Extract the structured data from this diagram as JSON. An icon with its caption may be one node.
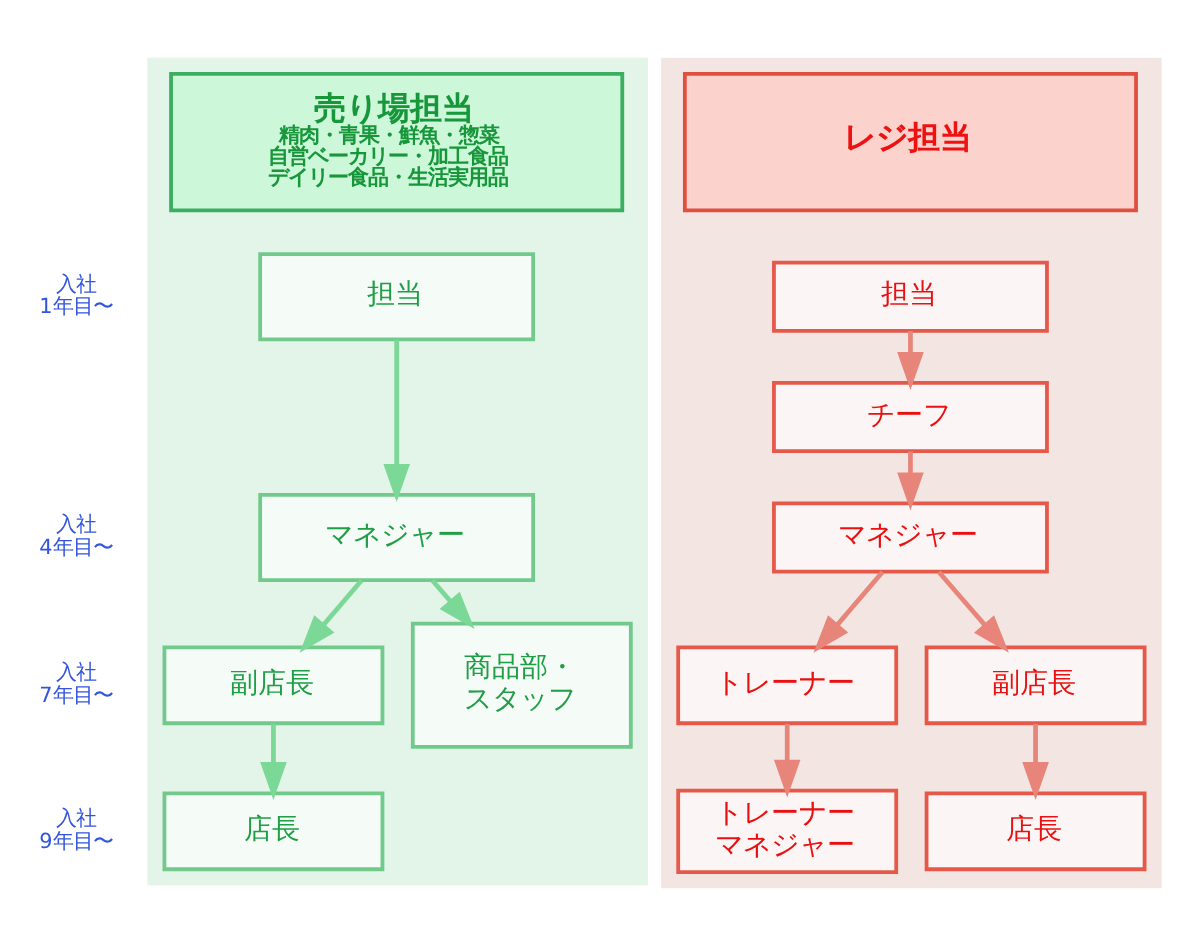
{
  "diagram": {
    "nodes": [
      {
        "text": [],
        "shape": "band"
      },
      {
        "text": [
          "売り場担当",
          "精肉・青果・鮮魚・惣菜自営ベーカリー・加工食品デイリー食品・生活実用品"
        ],
        "in": 0
      },
      {
        "text": [
          "担当"
        ],
        "in": 0
      },
      {
        "text": [
          "マネジャー"
        ],
        "in": 0
      },
      {
        "text": [
          "副店長"
        ],
        "in": 0
      },
      {
        "text": [
          "商品部・スタッフ"
        ],
        "in": 0
      },
      {
        "text": [
          "店長"
        ],
        "in": 0
      },
      {
        "text": [],
        "shape": "band"
      },
      {
        "text": [
          "レジ担当"
        ],
        "in": 7
      },
      {
        "text": [
          "担当"
        ],
        "in": 7
      },
      {
        "text": [
          "チーフ"
        ],
        "in": 7
      },
      {
        "text": [
          "マネジャー"
        ],
        "in": 7
      },
      {
        "text": [
          "トレーナー"
        ],
        "in": 7
      },
      {
        "text": [
          "副店長"
        ],
        "in": 7
      },
      {
        "text": [
          "トレーナーマネジャー"
        ],
        "in": 7
      },
      {
        "text": [
          "店長"
        ],
        "in": 7
      }
    ],
    "edges": [
      {
        "from": 2,
        "to": 3,
        "arrow": "to",
        "color": "#7bd897"
      },
      {
        "from": 3,
        "to": 4,
        "arrow": "to",
        "color": "#7bd897"
      },
      {
        "from": 3,
        "to": 5,
        "arrow": "to",
        "color": "#7bd897"
      },
      {
        "from": 4,
        "to": 6,
        "arrow": "to",
        "color": "#7bd897"
      },
      {
        "from": 9,
        "to": 10,
        "arrow": "to",
        "color": "#e8857a"
      },
      {
        "from": 10,
        "to": 11,
        "arrow": "to",
        "color": "#e8857a"
      },
      {
        "from": 11,
        "to": 12,
        "arrow": "to",
        "color": "#e8857a"
      },
      {
        "from": 11,
        "to": 13,
        "arrow": "to",
        "color": "#e8857a"
      },
      {
        "from": 12,
        "to": 14,
        "arrow": "to",
        "color": "#e8857a"
      },
      {
        "from": 13,
        "to": 15,
        "arrow": "to",
        "color": "#e8857a"
      }
    ],
    "labels": [
      "入社1年目〜",
      "入社4年目〜",
      "入社7年目〜",
      "入社9年目〜"
    ]
  }
}
